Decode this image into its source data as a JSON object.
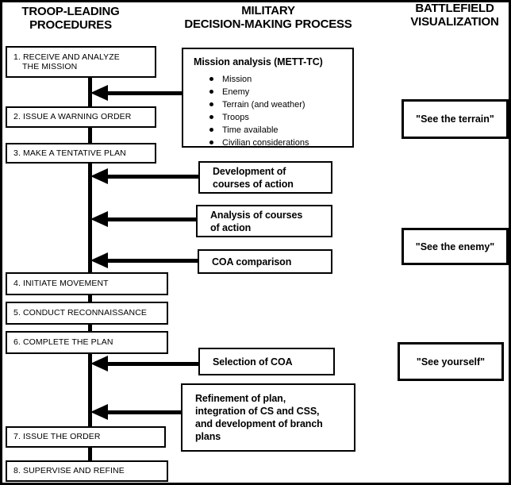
{
  "title": "Troop-leading procedures and the military decision-making process",
  "colors": {
    "ink": "#000000",
    "background": "#ffffff"
  },
  "tlp": {
    "header": "TROOP-LEADING\nPROCEDURES",
    "steps": [
      "1. RECEIVE AND ANALYZE\nTHE MISSION",
      "2. ISSUE A WARNING ORDER",
      "3. MAKE A TENTATIVE PLAN",
      "4. INITIATE MOVEMENT",
      "5. CONDUCT RECONNAISSANCE",
      "6. COMPLETE THE PLAN",
      "7. ISSUE THE ORDER",
      "8. SUPERVISE AND REFINE"
    ]
  },
  "mdmp": {
    "header": "MILITARY\nDECISION-MAKING PROCESS",
    "mission_analysis": {
      "title": "Mission analysis (METT-TC)",
      "bullets": [
        "Mission",
        "Enemy",
        "Terrain (and weather)",
        "Troops",
        "Time available",
        "Civilian considerations"
      ]
    },
    "stages": [
      "Development of\ncourses of action",
      "Analysis of courses\nof action",
      "COA comparison",
      "Selection of COA",
      "Refinement of plan,\nintegration of CS and CSS,\nand development of branch\nplans"
    ]
  },
  "bv": {
    "header": "BATTLEFIELD\nVISUALIZATION",
    "quotes": [
      "\"See the terrain\"",
      "\"See the enemy\"",
      "\"See yourself\""
    ]
  }
}
